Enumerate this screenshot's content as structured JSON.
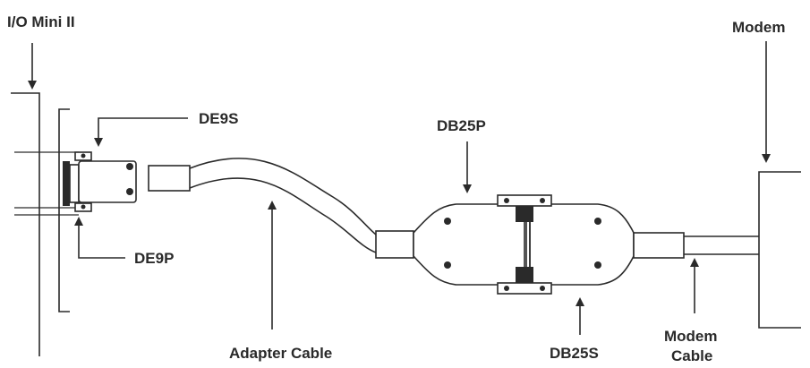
{
  "labels": {
    "io_mini": "I/O Mini II",
    "de9s": "DE9S",
    "de9p": "DE9P",
    "db25p": "DB25P",
    "db25s": "DB25S",
    "adapter_cable": "Adapter Cable",
    "modem": "Modem",
    "modem_cable_line1": "Modem",
    "modem_cable_line2": "Cable"
  },
  "colors": {
    "ink": "#2a2a2a",
    "background": "#ffffff"
  }
}
